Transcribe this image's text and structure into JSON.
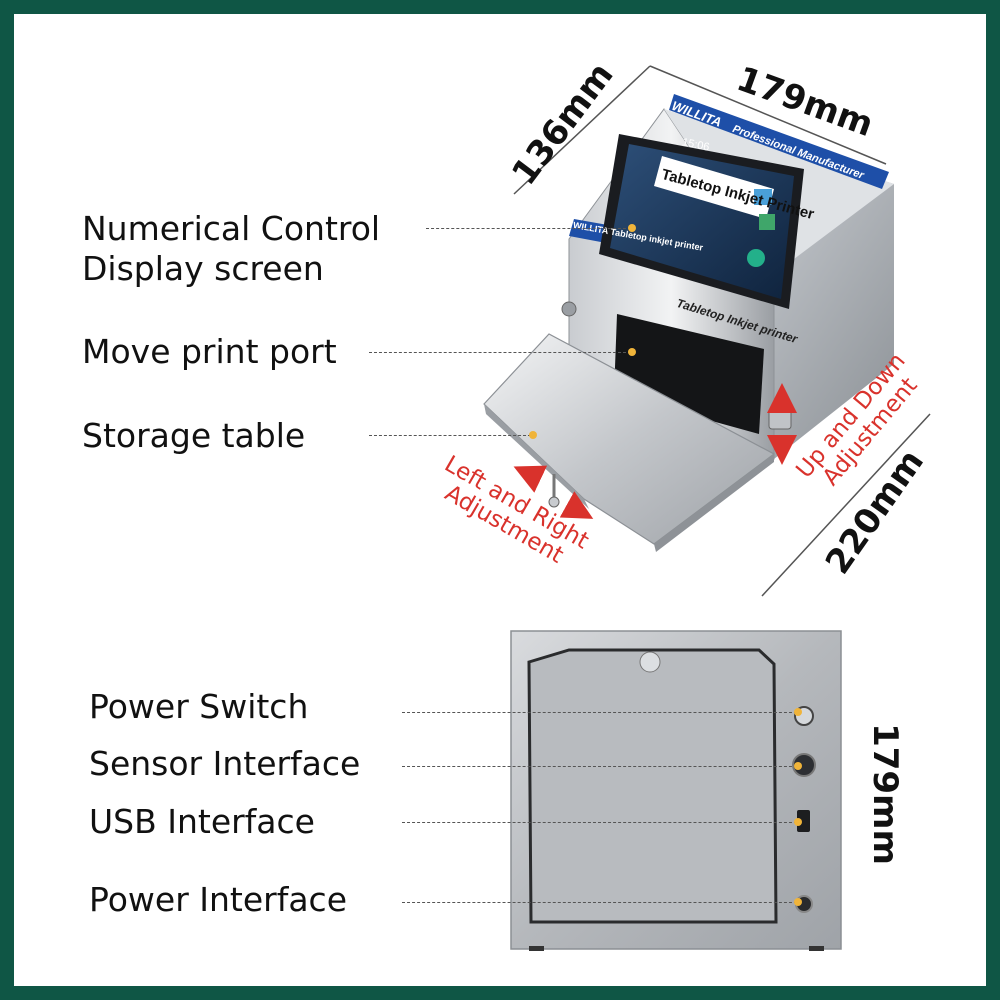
{
  "colors": {
    "frame": "#0f5645",
    "adjust_text": "#d9322c",
    "callout_dot": "#f0b43a",
    "brand_blue": "#1e4fa8"
  },
  "top_view": {
    "callouts": {
      "display_line1": "Numerical Control",
      "display_line2": "Display screen",
      "print_port": "Move print port",
      "storage_table": "Storage table"
    },
    "dimensions": {
      "depth": "136mm",
      "width": "179mm",
      "height": "220mm"
    },
    "adjustments": {
      "left_right_line1": "Left and Right",
      "left_right_line2": "Adjustment",
      "up_down_line1": "Up and Down",
      "up_down_line2": "Adjustment"
    },
    "device": {
      "brand": "WILLITA",
      "tagline": "Professional Manufacturer",
      "side_label": "Tabletop Inkjet printer",
      "small_label": "Tabletop inkjet printer",
      "screen_time": "15:06",
      "screen_title": "Tabletop Inkjet Printer"
    }
  },
  "rear_view": {
    "callouts": {
      "power_switch": "Power Switch",
      "sensor": "Sensor Interface",
      "usb": "USB Interface",
      "power": "Power Interface"
    },
    "dimensions": {
      "height": "179mm"
    }
  }
}
